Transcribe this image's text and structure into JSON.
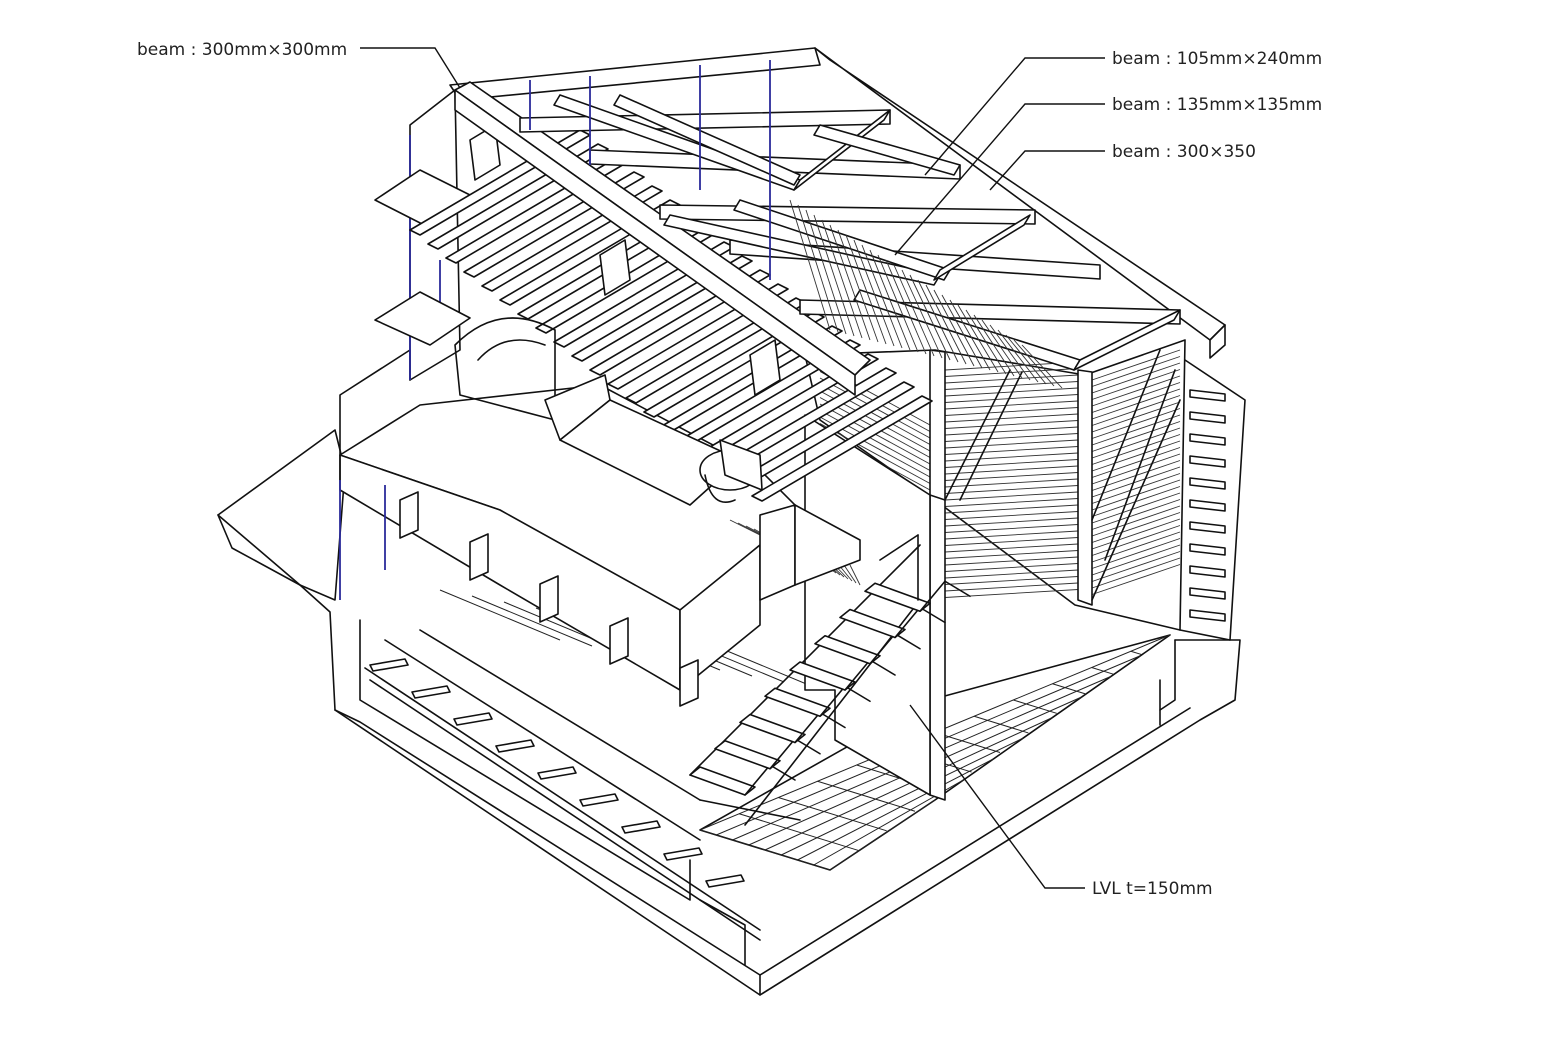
{
  "labels": {
    "beam_top_left": "beam : 300mm×300mm",
    "beam_right_1": "beam : 105mm×240mm",
    "beam_right_2": "beam : 135mm×135mm",
    "beam_right_3": "beam : 300×350",
    "lvl": "LVL t=150mm"
  },
  "colors": {
    "line": "#111111",
    "accent": "#2a2a9a",
    "background": "#ffffff"
  }
}
